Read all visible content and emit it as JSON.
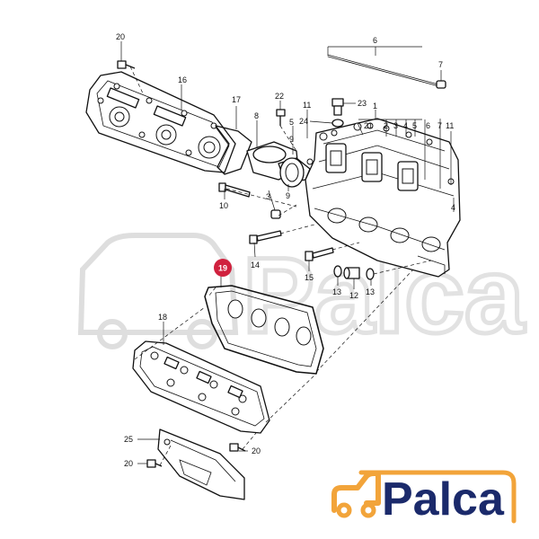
{
  "diagram": {
    "callouts": [
      "20",
      "16",
      "17",
      "8",
      "22",
      "23",
      "11",
      "24",
      "21",
      "2",
      "3",
      "4",
      "5",
      "1",
      "6",
      "7",
      "9",
      "10",
      "14",
      "15",
      "13",
      "12",
      "18",
      "19",
      "25"
    ],
    "highlight": "19",
    "highlight_color": "#d0213e"
  },
  "brand": {
    "name": "Palca",
    "text_color": "#1b2a6b",
    "accent_color": "#f2a43a",
    "icon": "car-icon"
  },
  "watermark": {
    "text": "Palca"
  }
}
